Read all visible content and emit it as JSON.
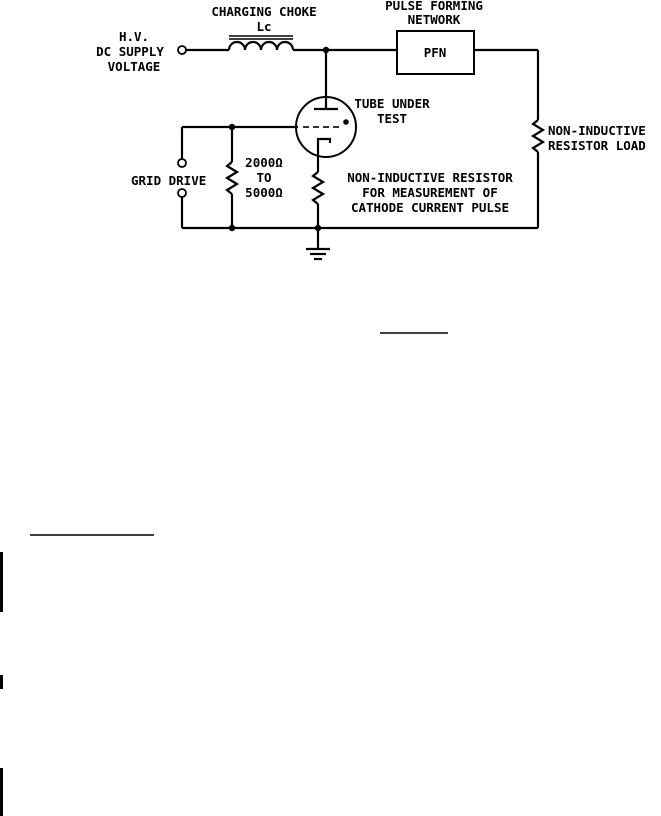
{
  "labels": {
    "choke_title": "CHARGING CHOKE",
    "choke_symbol": "Lc",
    "pfn_title_line1": "PULSE FORMING",
    "pfn_title_line2": "NETWORK",
    "pfn_box": "PFN",
    "supply_line1": "H.V.",
    "supply_line2": "DC SUPPLY",
    "supply_line3": "VOLTAGE",
    "tube_line1": "TUBE UNDER",
    "tube_line2": "TEST",
    "load_line1": "NON-INDUCTIVE",
    "load_line2": "RESISTOR LOAD",
    "grid_drive": "GRID DRIVE",
    "grid_res_line1": "2000Ω",
    "grid_res_line2": "TO",
    "grid_res_line3": "5000Ω",
    "cathode_res_line1": "NON-INDUCTIVE RESISTOR",
    "cathode_res_line2": "FOR MEASUREMENT OF",
    "cathode_res_line3": "CATHODE CURRENT PULSE"
  },
  "icons": [
    "inductor-icon",
    "resistor-icon",
    "vacuum-tube-icon",
    "ground-icon",
    "terminal-icon"
  ]
}
